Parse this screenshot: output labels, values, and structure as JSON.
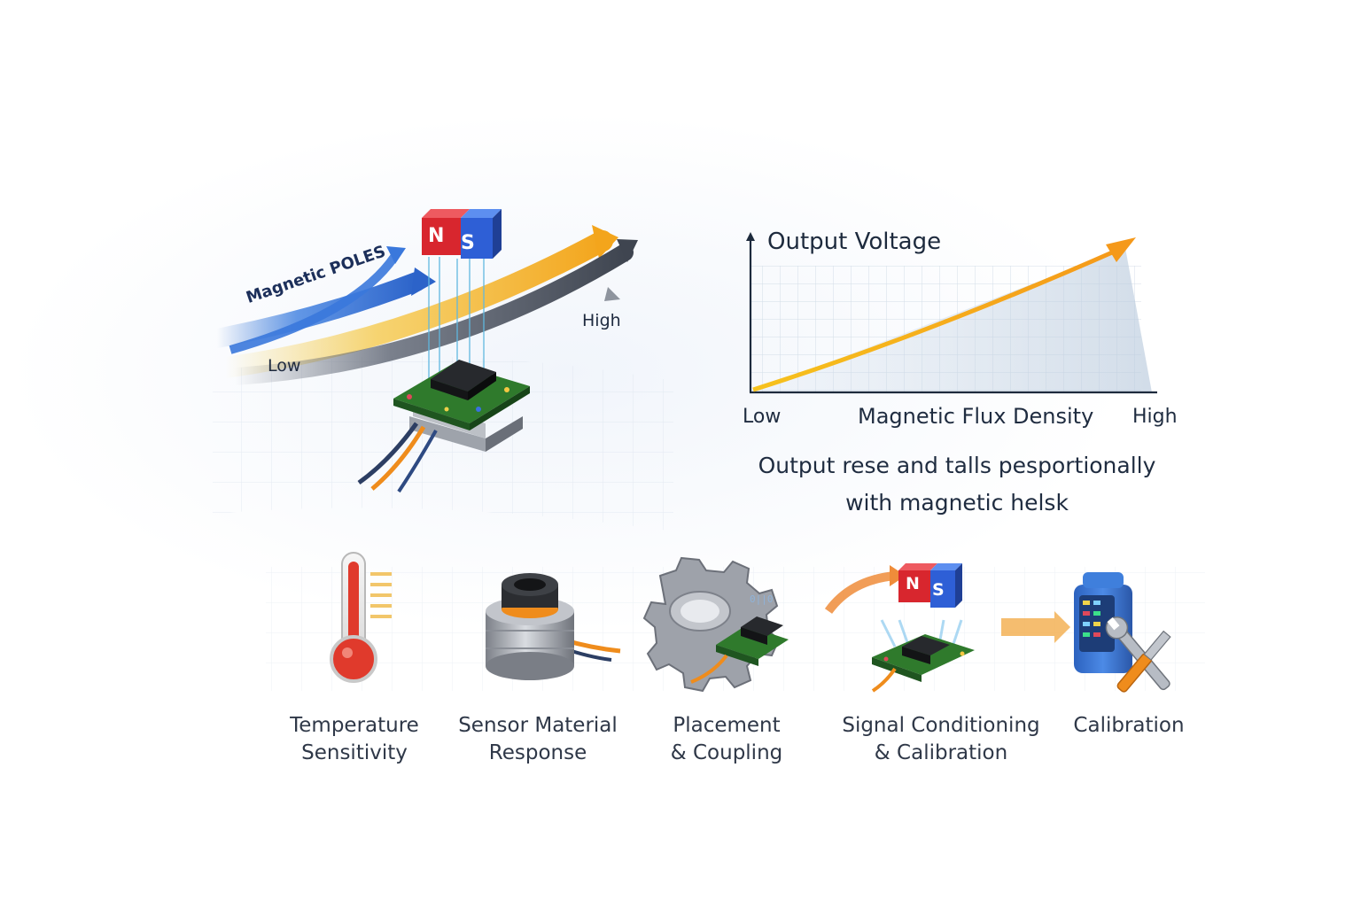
{
  "magnet_demo": {
    "poles_label": "Magnetic POLES",
    "low_label": "Low",
    "high_label": "High",
    "north": "N",
    "south": "S"
  },
  "graph": {
    "y_label": "Output Voltage",
    "x_low": "Low",
    "x_label": "Magnetic Flux Density",
    "x_high": "High",
    "caption_line1": "Output rese and talls pesportionally",
    "caption_line2": "with magnetic helsk"
  },
  "factors": [
    {
      "line1": "Temperature",
      "line2": "Sensitivity",
      "icon": "thermometer-icon"
    },
    {
      "line1": "Sensor Material",
      "line2": "Response",
      "icon": "ferrite-core-icon"
    },
    {
      "line1": "Placement",
      "line2": "& Coupling",
      "icon": "gear-sensor-icon"
    },
    {
      "line1": "Signal Conditioning",
      "line2": "& Calibration",
      "icon": "magnet-sensor-icon"
    },
    {
      "line1": "Calibration",
      "line2": "",
      "icon": "calibration-tool-icon"
    }
  ],
  "colors": {
    "north_red": "#d8262e",
    "south_blue": "#2e5fd6",
    "arrow_orange": "#f5a312",
    "board_green": "#2f7a2c",
    "axis_dark": "#1d2a3d"
  }
}
